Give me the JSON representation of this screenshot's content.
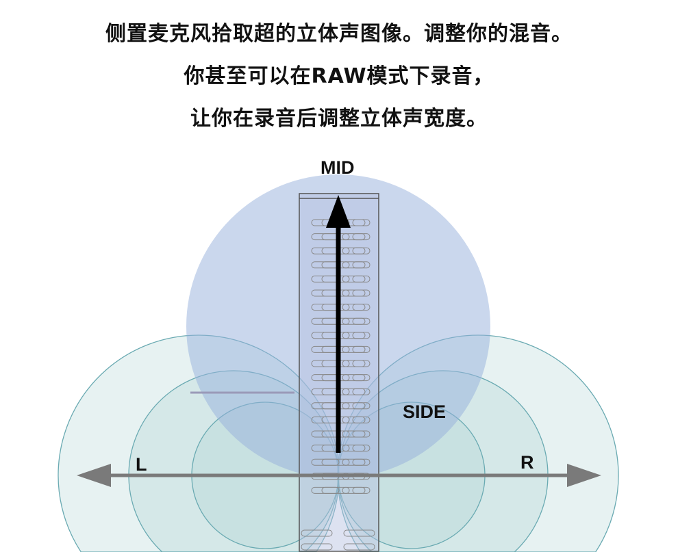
{
  "text_lines": [
    "侧置麦克风拾取超的立体声图像。调整你的混音。",
    "你甚至可以在RAW模式下录音，",
    "让你在录音后调整立体声宽度。"
  ],
  "diagram": {
    "mid_label": "MID",
    "side_label": "SIDE",
    "left_label": "L",
    "right_label": "R",
    "colors": {
      "mid_fill": "#c5d3ea",
      "side_fill": "#d6e8e6",
      "side_stroke": "#6aaab2",
      "axis": "#7a7a7a",
      "arrow": "#000000"
    }
  }
}
